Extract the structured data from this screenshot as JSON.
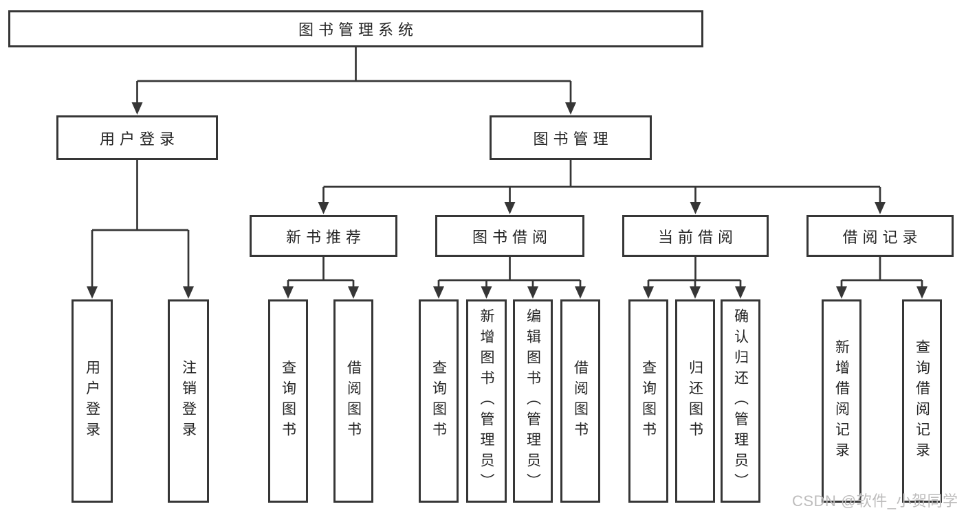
{
  "tree": {
    "root_label": "图书管理系统",
    "branches": [
      {
        "label": "用户登录",
        "children": [
          {
            "label": "用户登录"
          },
          {
            "label": "注销登录"
          }
        ]
      },
      {
        "label": "图书管理",
        "children": [
          {
            "label": "新书推荐",
            "children": [
              {
                "label": "查询图书"
              },
              {
                "label": "借阅图书"
              }
            ]
          },
          {
            "label": "图书借阅",
            "children": [
              {
                "label": "查询图书"
              },
              {
                "label": "新增图书（管理员）"
              },
              {
                "label": "编辑图书（管理员）"
              },
              {
                "label": "借阅图书"
              }
            ]
          },
          {
            "label": "当前借阅",
            "children": [
              {
                "label": "查询图书"
              },
              {
                "label": "归还图书"
              },
              {
                "label": "确认归还（管理员）"
              }
            ]
          },
          {
            "label": "借阅记录",
            "children": [
              {
                "label": "新增借阅记录"
              },
              {
                "label": "查询借阅记录"
              }
            ]
          }
        ]
      }
    ]
  },
  "watermark": "CSDN @软件_小贺同学",
  "colors": {
    "line": "#363636",
    "text": "#242424",
    "background": "#ffffff",
    "watermark": "#bdbcbc"
  }
}
